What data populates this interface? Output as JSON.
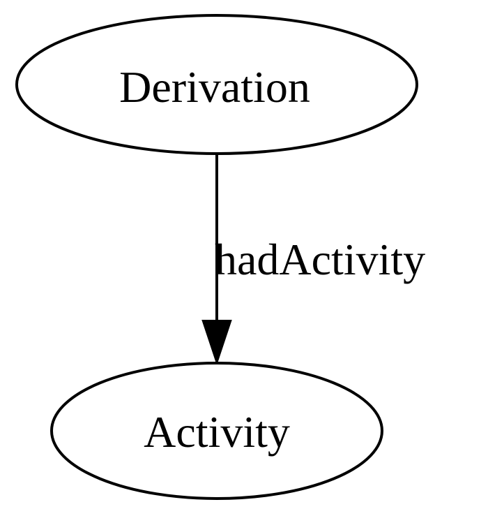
{
  "graph": {
    "nodes": [
      {
        "id": "derivation",
        "label": "Derivation"
      },
      {
        "id": "activity",
        "label": "Activity"
      }
    ],
    "edges": [
      {
        "from": "derivation",
        "to": "activity",
        "label": "hadActivity"
      }
    ]
  }
}
